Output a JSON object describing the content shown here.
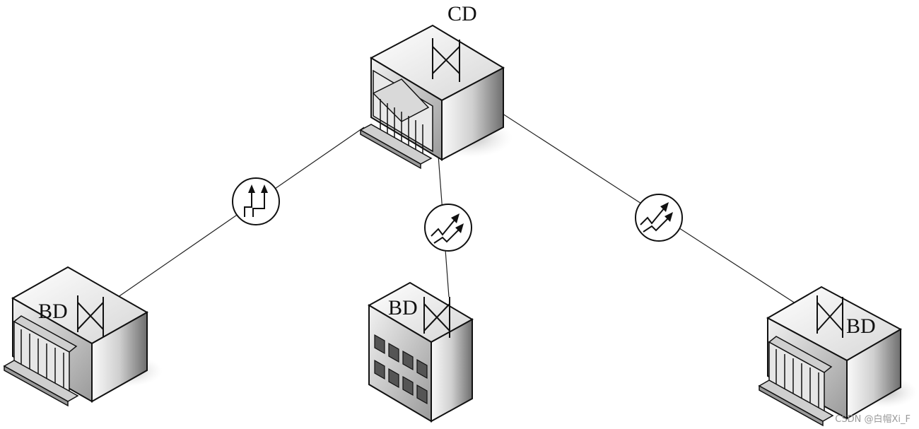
{
  "diagram": {
    "center": {
      "label": "CD"
    },
    "branches": [
      {
        "label": "BD"
      },
      {
        "label": "BD"
      },
      {
        "label": "BD"
      }
    ],
    "link_icon": "signal-amplifier-icon"
  },
  "watermark": "CSDN @白帽Xi_F",
  "colors": {
    "line": "#222222",
    "shadow": "#bdbdbd"
  }
}
